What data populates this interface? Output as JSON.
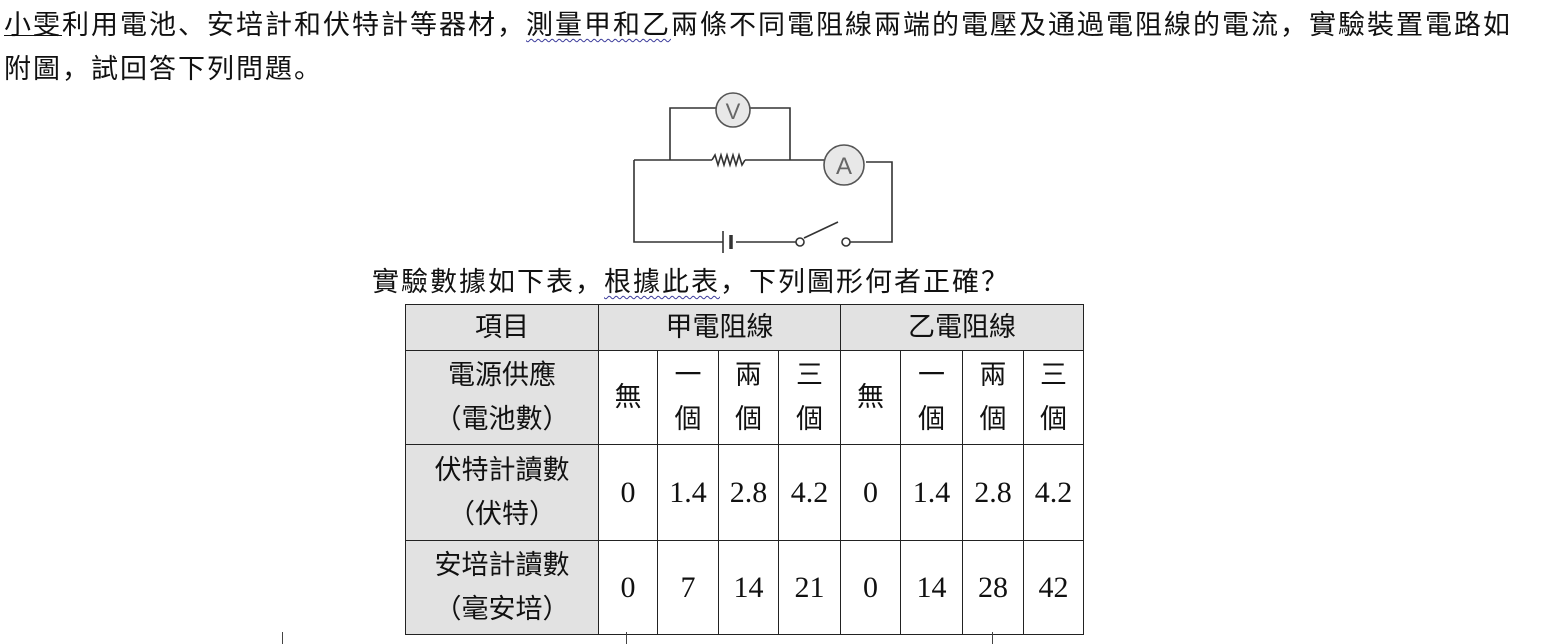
{
  "intro": {
    "name": "小雯",
    "text1": "利用電池、安培計和伏特計等器材，",
    "text2": "測量甲和乙",
    "text3": "兩條不同電阻線兩端的電壓及通過電阻線的電流，實驗裝置電路如附圖，試回答下列問題。"
  },
  "circuit": {
    "voltmeter_label": "V",
    "ammeter_label": "A"
  },
  "question": {
    "before": "實驗數據如下表，",
    "underlined": "根據此表",
    "after": "，下列圖形何者正確？"
  },
  "table": {
    "header": {
      "item": "項目",
      "wire_a": "甲電阻線",
      "wire_b": "乙電阻線"
    },
    "row_power": {
      "label_line1": "電源供應",
      "label_line2": "（電池數）",
      "cells": [
        [
          "無"
        ],
        [
          "一",
          "個"
        ],
        [
          "兩",
          "個"
        ],
        [
          "三",
          "個"
        ],
        [
          "無"
        ],
        [
          "一",
          "個"
        ],
        [
          "兩",
          "個"
        ],
        [
          "三",
          "個"
        ]
      ]
    },
    "row_voltage": {
      "label_line1": "伏特計讀數",
      "label_line2": "（伏特）",
      "values": [
        "0",
        "1.4",
        "2.8",
        "4.2",
        "0",
        "1.4",
        "2.8",
        "4.2"
      ]
    },
    "row_current": {
      "label_line1": "安培計讀數",
      "label_line2": "（毫安培）",
      "values": [
        "0",
        "7",
        "14",
        "21",
        "0",
        "14",
        "28",
        "42"
      ]
    }
  }
}
